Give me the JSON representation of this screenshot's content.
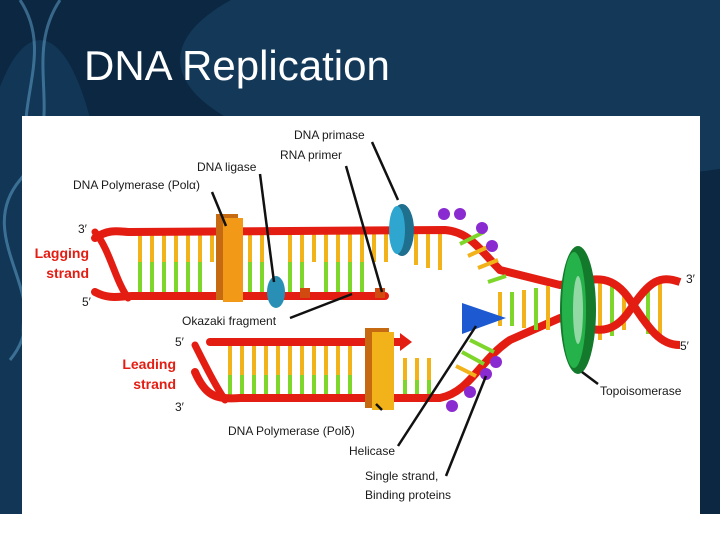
{
  "slide": {
    "title": "DNA Replication"
  },
  "diagram": {
    "labels": {
      "dna_primase": "DNA primase",
      "rna_primer": "RNA primer",
      "dna_ligase": "DNA ligase",
      "dna_polymerase_alpha": "DNA Polymerase (Polα)",
      "okazaki_fragment": "Okazaki fragment",
      "dna_polymerase_delta": "DNA Polymerase (Polδ)",
      "helicase": "Helicase",
      "single_strand_line1": "Single strand,",
      "single_strand_line2": "Binding proteins",
      "topoisomerase": "Topoisomerase",
      "lagging_strand_line1": "Lagging",
      "lagging_strand_line2": "strand",
      "leading_strand_line1": "Leading",
      "leading_strand_line2": "strand",
      "end_lag_top": "3′",
      "end_lag_bottom": "5′",
      "end_lead_top": "5′",
      "end_lead_bottom": "3′",
      "end_right_top": "3′",
      "end_right_bottom": "5′"
    },
    "colors": {
      "backbone": "#e41d13",
      "base_yellow": "#f2b21a",
      "base_green": "#7fd62a",
      "polymerase": "#f29a18",
      "primase": "#2a8fb5",
      "topoisomerase": "#1e9b3a",
      "helicase": "#1d5ad1",
      "ssb": "#8a2bd1",
      "strand_label": "#e41d13"
    }
  }
}
